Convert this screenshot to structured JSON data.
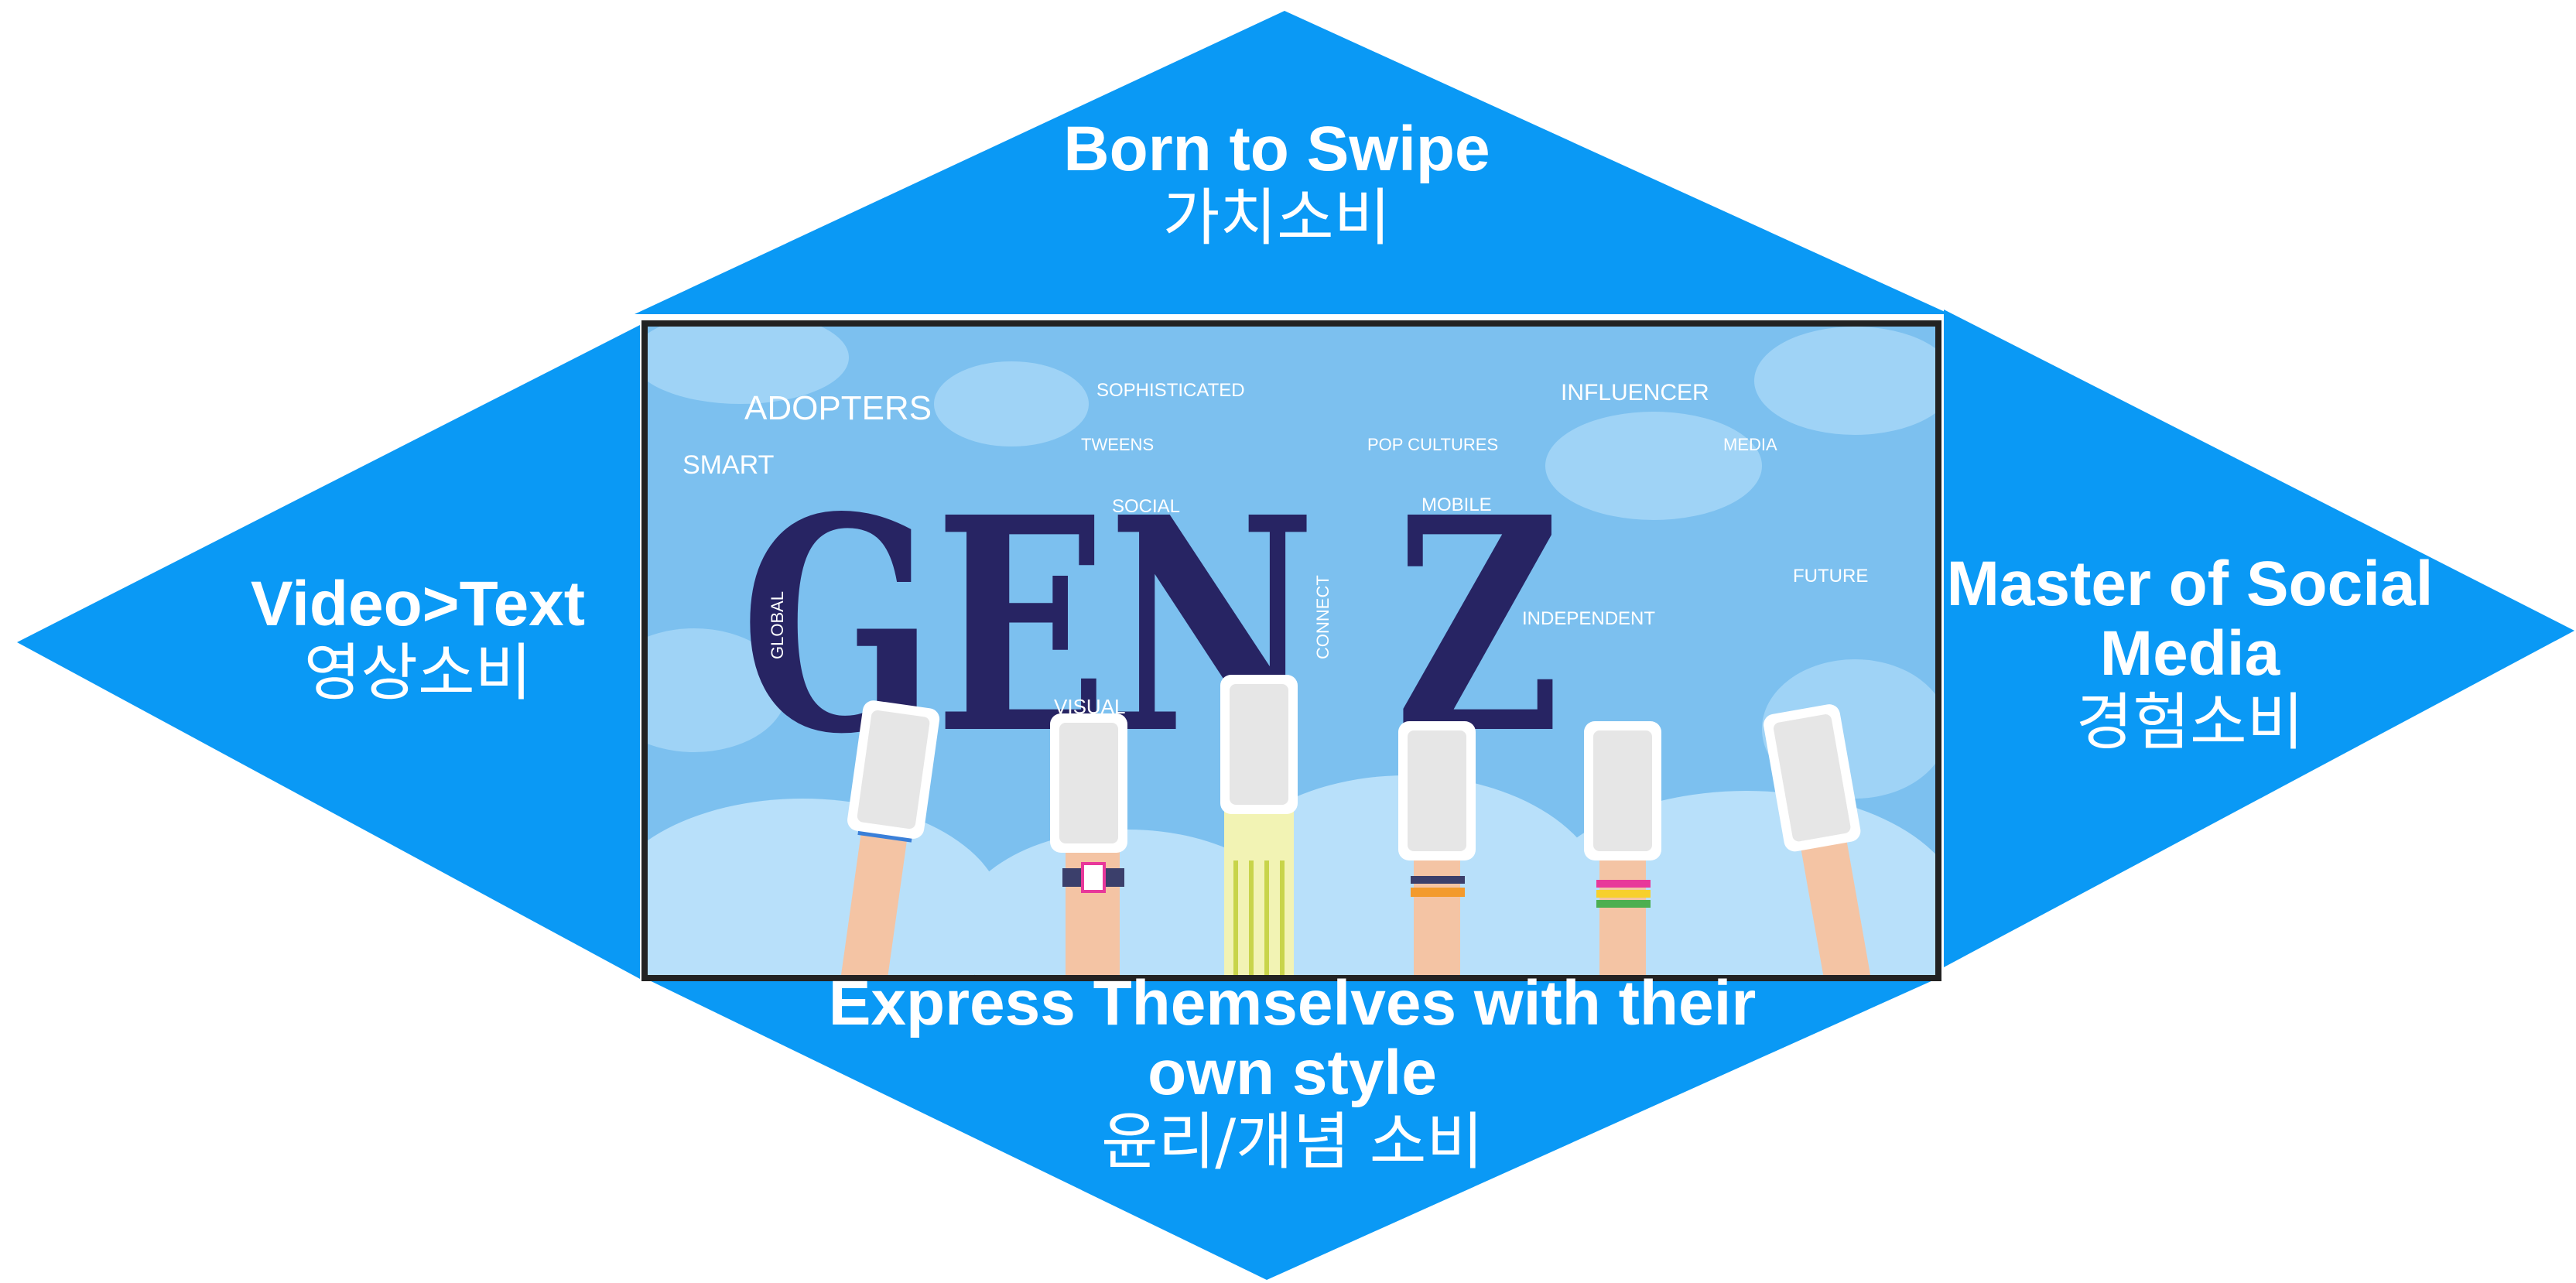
{
  "colors": {
    "panel_fill": "#0a99f5",
    "label_text": "#ffffff",
    "genz_letters": "#272463",
    "sky": "#7cc0ef"
  },
  "top": {
    "english": "Born to Swipe",
    "korean": "가치소비"
  },
  "left": {
    "english": "Video>Text",
    "korean": "영상소비"
  },
  "right": {
    "english_line1": "Master of Social",
    "english_line2": "Media",
    "korean": "경험소비"
  },
  "bottom": {
    "english_line1": "Express Themselves with their",
    "english_line2": "own style",
    "korean": "윤리/개념 소비"
  },
  "image": {
    "title": "GEN Z",
    "words": {
      "adopters": "ADOPTERS",
      "smart": "SMART",
      "tweens": "TWEENS",
      "sophisticated": "SOPHISTICATED",
      "pop_cultures": "POP CULTURES",
      "influencer": "INFLUENCER",
      "media": "MEDIA",
      "social": "SOCIAL",
      "mobile": "MOBILE",
      "global": "GLOBAL",
      "connect": "CONNECT",
      "independent": "INDEPENDENT",
      "future": "FUTURE",
      "visual": "VISUAL"
    }
  }
}
